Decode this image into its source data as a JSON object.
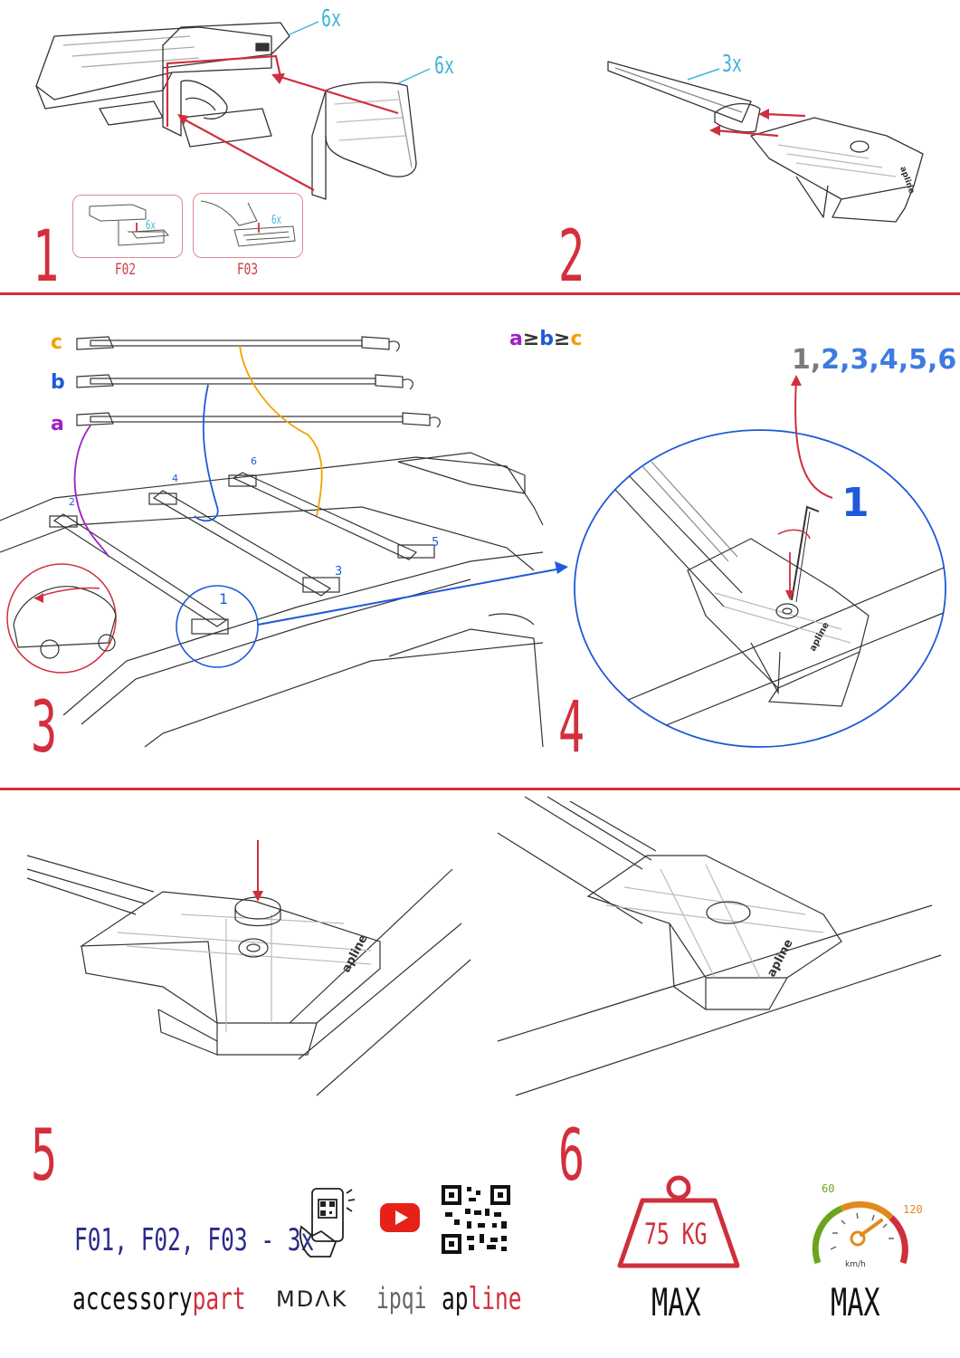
{
  "steps": {
    "s1": "1",
    "s2": "2",
    "s3": "3",
    "s4": "4",
    "s5": "5",
    "s6": "6"
  },
  "step1": {
    "qty_top": "6x",
    "qty_cover": "6x",
    "inset_f02": {
      "label": "F02",
      "qty": "6x"
    },
    "inset_f03": {
      "label": "F03",
      "qty": "6x"
    }
  },
  "step2": {
    "qty": "3x"
  },
  "step3": {
    "bars": [
      {
        "letter": "c",
        "color": "#f5a000"
      },
      {
        "letter": "b",
        "color": "#1e5bd8"
      },
      {
        "letter": "a",
        "color": "#a020c8"
      }
    ],
    "order_rule": {
      "a": "a",
      "ge1": "≥",
      "b": "b",
      "ge2": "≥",
      "c": "c"
    },
    "positions": [
      "1",
      "2",
      "3",
      "4",
      "5",
      "6"
    ]
  },
  "step4": {
    "sequence_first": "1,",
    "sequence_rest": "2,3,4,5,6",
    "callout": "1",
    "logo_text": "apline"
  },
  "step5": {
    "logo_text": "apline"
  },
  "step6": {
    "logo_text": "apline"
  },
  "footer": {
    "fittings": "F01, F02, F03 - 3x",
    "brands": {
      "accessory": "accessory",
      "part": "part",
      "mdak": "MDΛK",
      "ipqi": "ipqi",
      "ap": "ap",
      "line": "line"
    },
    "weight": {
      "value": "75 KG",
      "label": "MAX"
    },
    "speed": {
      "min": "60",
      "max": "120",
      "unit": "km/h",
      "label": "MAX"
    }
  },
  "colors": {
    "accent_red": "#cf2f3c",
    "arrow_blue": "#1e5bd8",
    "count_cyan": "#41b4d8",
    "footer_navy": "#2b2a8a",
    "gauge_green": "#6aa51e",
    "gauge_orange": "#e08a1e"
  }
}
